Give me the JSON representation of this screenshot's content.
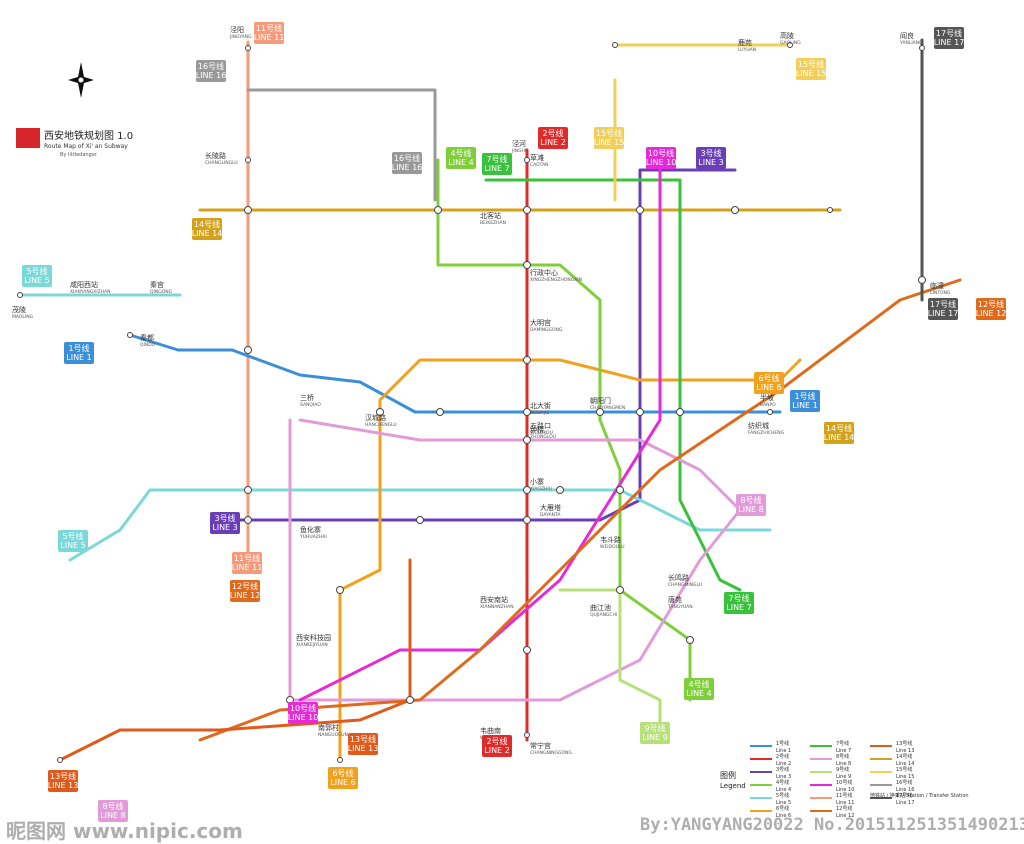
{
  "title": {
    "zh": "西安地铁规划图 1.0",
    "en": "Route Map of Xi' an Subway",
    "by": "By littledanger"
  },
  "watermark": {
    "left": "昵图网 www.nipic.com",
    "right": "By:YANGYANG20022 No.20151125135149021308"
  },
  "legend": {
    "title_zh": "图例",
    "title_en": "Legend",
    "lines": [
      {
        "zh": "1号线",
        "en": "Line 1",
        "color": "#3a8fd8"
      },
      {
        "zh": "2号线",
        "en": "Line 2",
        "color": "#e02b2b"
      },
      {
        "zh": "3号线",
        "en": "Line 3",
        "color": "#6a3fb6"
      },
      {
        "zh": "4号线",
        "en": "Line 4",
        "color": "#7fcf3a"
      },
      {
        "zh": "5号线",
        "en": "Line 5",
        "color": "#7ad8d8"
      },
      {
        "zh": "6号线",
        "en": "Line 6",
        "color": "#f2a11c"
      },
      {
        "zh": "7号线",
        "en": "Line 7",
        "color": "#38c13a"
      },
      {
        "zh": "8号线",
        "en": "Line 8",
        "color": "#e29bd8"
      },
      {
        "zh": "9号线",
        "en": "Line 9",
        "color": "#b8e07a"
      },
      {
        "zh": "10号线",
        "en": "Line 10",
        "color": "#e62ad8"
      },
      {
        "zh": "11号线",
        "en": "Line 11",
        "color": "#f59a7a"
      },
      {
        "zh": "12号线",
        "en": "Line 12",
        "color": "#e06a1c"
      },
      {
        "zh": "13号线",
        "en": "Line 13",
        "color": "#e05a1c"
      },
      {
        "zh": "14号线",
        "en": "Line 14",
        "color": "#d4a21a"
      },
      {
        "zh": "15号线",
        "en": "Line 15",
        "color": "#f2cf5a"
      },
      {
        "zh": "16号线",
        "en": "Line 16",
        "color": "#999999"
      },
      {
        "zh": "17号线",
        "en": "Line 17",
        "color": "#555555"
      }
    ],
    "station": {
      "zh": "地铁站 / 换乘站",
      "en": "Station / Transfer Station"
    }
  },
  "badges": [
    {
      "zh": "11号线",
      "en": "LINE 11",
      "color": "#f59a7a"
    },
    {
      "zh": "16号线",
      "en": "LINE 16",
      "color": "#999999"
    },
    {
      "zh": "17号线",
      "en": "LINE 17",
      "color": "#555555"
    },
    {
      "zh": "15号线",
      "en": "LINE 15",
      "color": "#f2cf5a"
    },
    {
      "zh": "2号线",
      "en": "LINE 2",
      "color": "#e02b2b"
    },
    {
      "zh": "4号线",
      "en": "LINE 4",
      "color": "#7fcf3a"
    },
    {
      "zh": "7号线",
      "en": "LINE 7",
      "color": "#38c13a"
    },
    {
      "zh": "16号线",
      "en": "LINE 16",
      "color": "#999999"
    },
    {
      "zh": "15号线",
      "en": "LINE 15",
      "color": "#f2cf5a"
    },
    {
      "zh": "10号线",
      "en": "LINE 10",
      "color": "#e62ad8"
    },
    {
      "zh": "3号线",
      "en": "LINE 3",
      "color": "#6a3fb6"
    },
    {
      "zh": "14号线",
      "en": "LINE 14",
      "color": "#d4a21a"
    },
    {
      "zh": "5号线",
      "en": "LINE 5",
      "color": "#7ad8d8"
    },
    {
      "zh": "1号线",
      "en": "LINE 1",
      "color": "#3a8fd8"
    },
    {
      "zh": "17号线",
      "en": "LINE 17",
      "color": "#555555"
    },
    {
      "zh": "12号线",
      "en": "LINE 12",
      "color": "#e06a1c"
    },
    {
      "zh": "6号线",
      "en": "LINE 6",
      "color": "#f2a11c"
    },
    {
      "zh": "1号线",
      "en": "LINE 1",
      "color": "#3a8fd8"
    },
    {
      "zh": "14号线",
      "en": "LINE 14",
      "color": "#d4a21a"
    },
    {
      "zh": "8号线",
      "en": "LINE 8",
      "color": "#e29bd8"
    },
    {
      "zh": "5号线",
      "en": "LINE 5",
      "color": "#7ad8d8"
    },
    {
      "zh": "3号线",
      "en": "LINE 3",
      "color": "#6a3fb6"
    },
    {
      "zh": "11号线",
      "en": "LINE 11",
      "color": "#f59a7a"
    },
    {
      "zh": "12号线",
      "en": "LINE 12",
      "color": "#e06a1c"
    },
    {
      "zh": "7号线",
      "en": "LINE 7",
      "color": "#38c13a"
    },
    {
      "zh": "4号线",
      "en": "LINE 4",
      "color": "#7fcf3a"
    },
    {
      "zh": "9号线",
      "en": "LINE 9",
      "color": "#b8e07a"
    },
    {
      "zh": "10号线",
      "en": "LINE 10",
      "color": "#e62ad8"
    },
    {
      "zh": "13号线",
      "en": "LINE 13",
      "color": "#e05a1c"
    },
    {
      "zh": "6号线",
      "en": "LINE 6",
      "color": "#f2a11c"
    },
    {
      "zh": "2号线",
      "en": "LINE 2",
      "color": "#e02b2b"
    },
    {
      "zh": "13号线",
      "en": "LINE 13",
      "color": "#e05a1c"
    },
    {
      "zh": "8号线",
      "en": "LINE 8",
      "color": "#e29bd8"
    }
  ],
  "stations": [
    {
      "zh": "泾阳",
      "en": "JINGYANG"
    },
    {
      "zh": "长陵路",
      "en": "CHANGLINGLU"
    },
    {
      "zh": "泾河",
      "en": "JINGHE"
    },
    {
      "zh": "草滩",
      "en": "CAOTAN"
    },
    {
      "zh": "北客站",
      "en": "BEIKEZHAN"
    },
    {
      "zh": "行政中心",
      "en": "XINGZHENGZHONGXIN"
    },
    {
      "zh": "大明宫",
      "en": "DAMINGGONG"
    },
    {
      "zh": "北大街",
      "en": "BEIDAJIE"
    },
    {
      "zh": "钟楼",
      "en": "ZHONGLOU"
    },
    {
      "zh": "小寨",
      "en": "XIAOZHAI"
    },
    {
      "zh": "韦曲南",
      "en": "WEIQUNAN"
    },
    {
      "zh": "常宁宫",
      "en": "CHANGNINGGONG"
    },
    {
      "zh": "汉城路",
      "en": "HANCHENGLU"
    },
    {
      "zh": "五路口",
      "en": "WULUKOU"
    },
    {
      "zh": "朝阳门",
      "en": "CHAOYANGMEN"
    },
    {
      "zh": "纺织城",
      "en": "FANGZHICHENG"
    },
    {
      "zh": "半坡",
      "en": "BANPO"
    },
    {
      "zh": "临潼",
      "en": "LINTONG"
    },
    {
      "zh": "咸阳西站",
      "en": "XIANYANGXIZHAN"
    },
    {
      "zh": "秦宫",
      "en": "QINGONG"
    },
    {
      "zh": "茂陵",
      "en": "MAOLING"
    },
    {
      "zh": "阎良",
      "en": "YANLIANG"
    },
    {
      "zh": "秦都",
      "en": "QINDU"
    },
    {
      "zh": "大雁塔",
      "en": "DAYANTA"
    },
    {
      "zh": "曲江池",
      "en": "QUJIANGCHI"
    },
    {
      "zh": "长鸣路",
      "en": "CHANGMINGLU"
    },
    {
      "zh": "唐苑",
      "en": "TANGYUAN"
    },
    {
      "zh": "高陵",
      "en": "GAOLING"
    },
    {
      "zh": "鹿苑",
      "en": "LUYUAN"
    },
    {
      "zh": "南郭村",
      "en": "NANGUOCUN"
    },
    {
      "zh": "西安科技园",
      "en": "XIANKEJIYUAN"
    },
    {
      "zh": "三桥",
      "en": "SANQIAO"
    },
    {
      "zh": "鱼化寨",
      "en": "YUHUAZHAI"
    },
    {
      "zh": "韦斗路",
      "en": "WEIDOULU"
    },
    {
      "zh": "西安南站",
      "en": "XIANNANZHAN"
    }
  ]
}
